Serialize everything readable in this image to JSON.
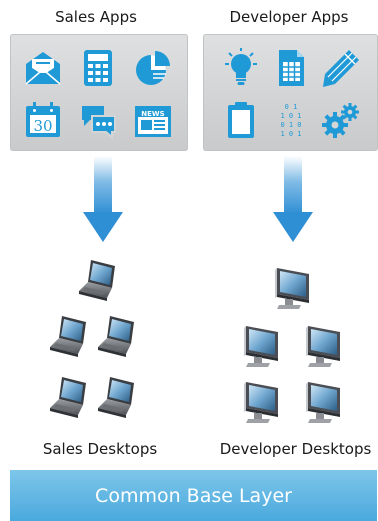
{
  "groups": [
    {
      "title": "Sales Apps",
      "icons": [
        "mail-icon",
        "calculator-icon",
        "pie-chart-icon",
        "calendar-icon",
        "chat-icon",
        "news-icon"
      ],
      "desktops_label": "Sales Desktops",
      "desktop_icon": "laptop-icon"
    },
    {
      "title": "Developer Apps",
      "icons": [
        "lightbulb-icon",
        "spreadsheet-icon",
        "pencil-icon",
        "clipboard-icon",
        "binary-icon",
        "gears-icon"
      ],
      "desktops_label": "Developer Desktops",
      "desktop_icon": "monitor-icon"
    }
  ],
  "calendar_day": "30",
  "news_label": "NEWS",
  "binary_text": [
    "0 1",
    "1 0 1",
    "0 1 0",
    "1 0 1"
  ],
  "base_layer": {
    "label": "Common Base Layer"
  },
  "colors": {
    "accent": "#1f9ad6",
    "panel": "#d4d5d6",
    "base": "#5ab4e2",
    "arrow": "#3e9ad8"
  }
}
